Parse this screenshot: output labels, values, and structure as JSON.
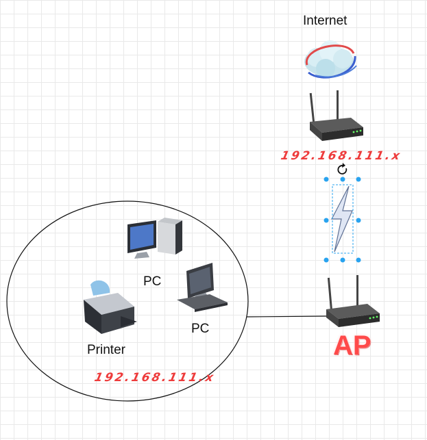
{
  "nodes": {
    "internet": {
      "label": "Internet"
    },
    "router_top": {
      "ip": "192.168.111.x"
    },
    "access_point": {
      "label": "AP"
    },
    "pc_1": {
      "label": "PC"
    },
    "pc_2": {
      "label": "PC"
    },
    "printer": {
      "label": "Printer"
    },
    "lan_group": {
      "ip": "192.168.111.x"
    }
  },
  "colors": {
    "ip_text": "#ee3b3b",
    "ap_text": "#ff4a4a",
    "selection_handles": "#29a3ef",
    "grid": "#e9e9e9"
  },
  "selected_shape": "lightning-bolt-icon"
}
